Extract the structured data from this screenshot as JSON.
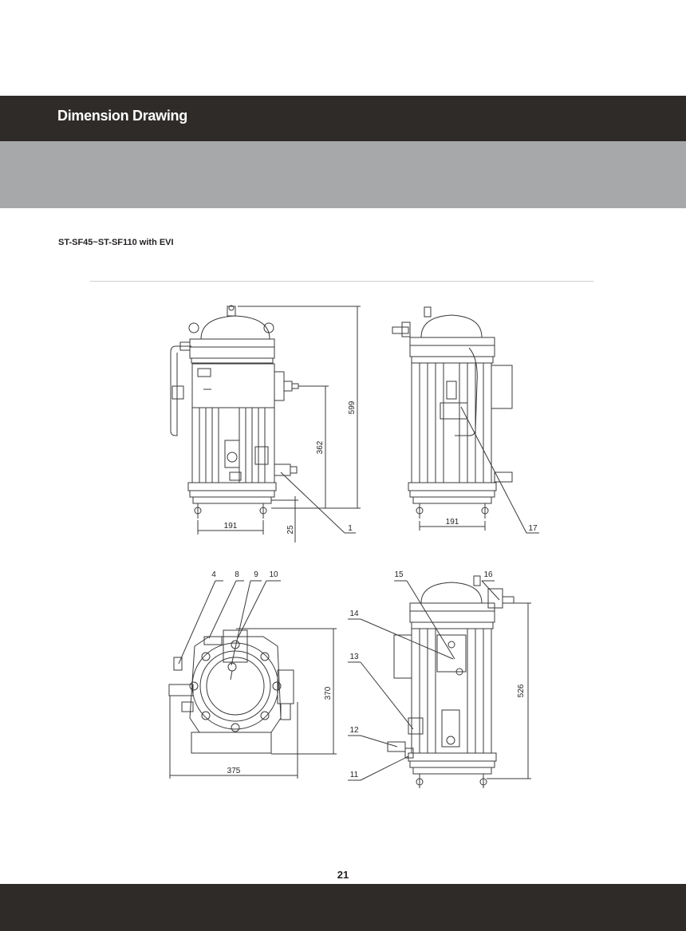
{
  "header": {
    "title": "Dimension Drawing",
    "bar_color": "#2f2b29",
    "band_color": "#a7a8aa"
  },
  "section": {
    "model_title": "ST-SF45~ST-SF110 with EVI"
  },
  "views": {
    "front": {
      "height_dim": "599",
      "port_dim": "362",
      "foot_width_dim": "191",
      "base_dim": "25",
      "callout": "1"
    },
    "side": {
      "foot_width_dim": "191",
      "callout": "17"
    },
    "top": {
      "width_dim": "375",
      "height_dim": "370",
      "callouts": [
        "4",
        "8",
        "9",
        "10"
      ]
    },
    "rear": {
      "height_dim": "526",
      "callouts_top": [
        "15",
        "16"
      ],
      "callouts_left": [
        "14",
        "13",
        "12",
        "11"
      ]
    }
  },
  "footer": {
    "page_number": "21"
  }
}
